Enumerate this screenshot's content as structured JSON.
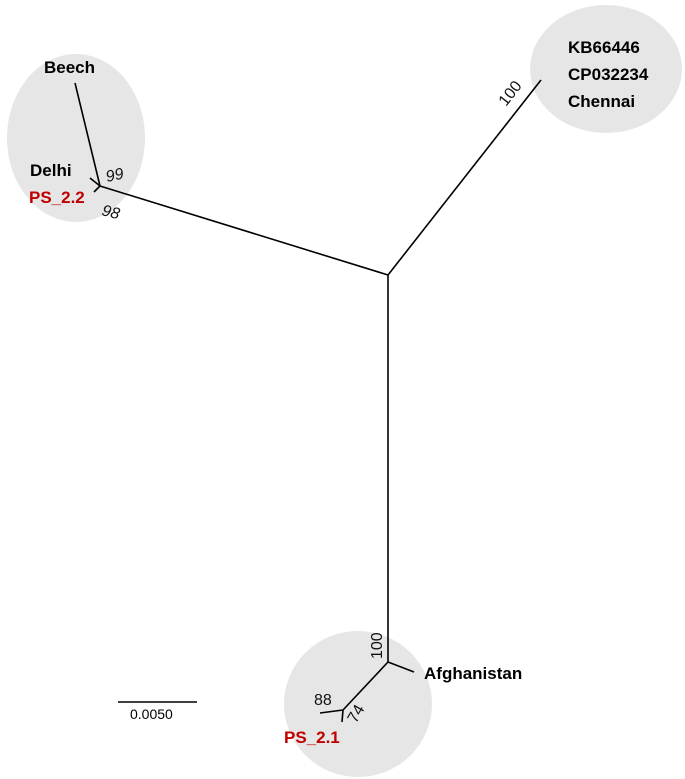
{
  "colors": {
    "highlight": "#e6e6e6",
    "sample_label": "#c00000",
    "branch": "#000000"
  },
  "taxa": {
    "beech": "Beech",
    "delhi": "Delhi",
    "ps22": "PS_2.2",
    "kb66446": "KB66446",
    "cp032234": "CP032234",
    "chennai": "Chennai",
    "afghanistan": "Afghanistan",
    "ps21": "PS_2.1"
  },
  "support": {
    "beech_delhi": "99",
    "delhi_ps22": "98",
    "chennai_clade": "100",
    "afghanistan_clade": "100",
    "ps21_a": "88",
    "ps21_b": "74"
  },
  "scale_bar": {
    "label": "0.0050"
  }
}
